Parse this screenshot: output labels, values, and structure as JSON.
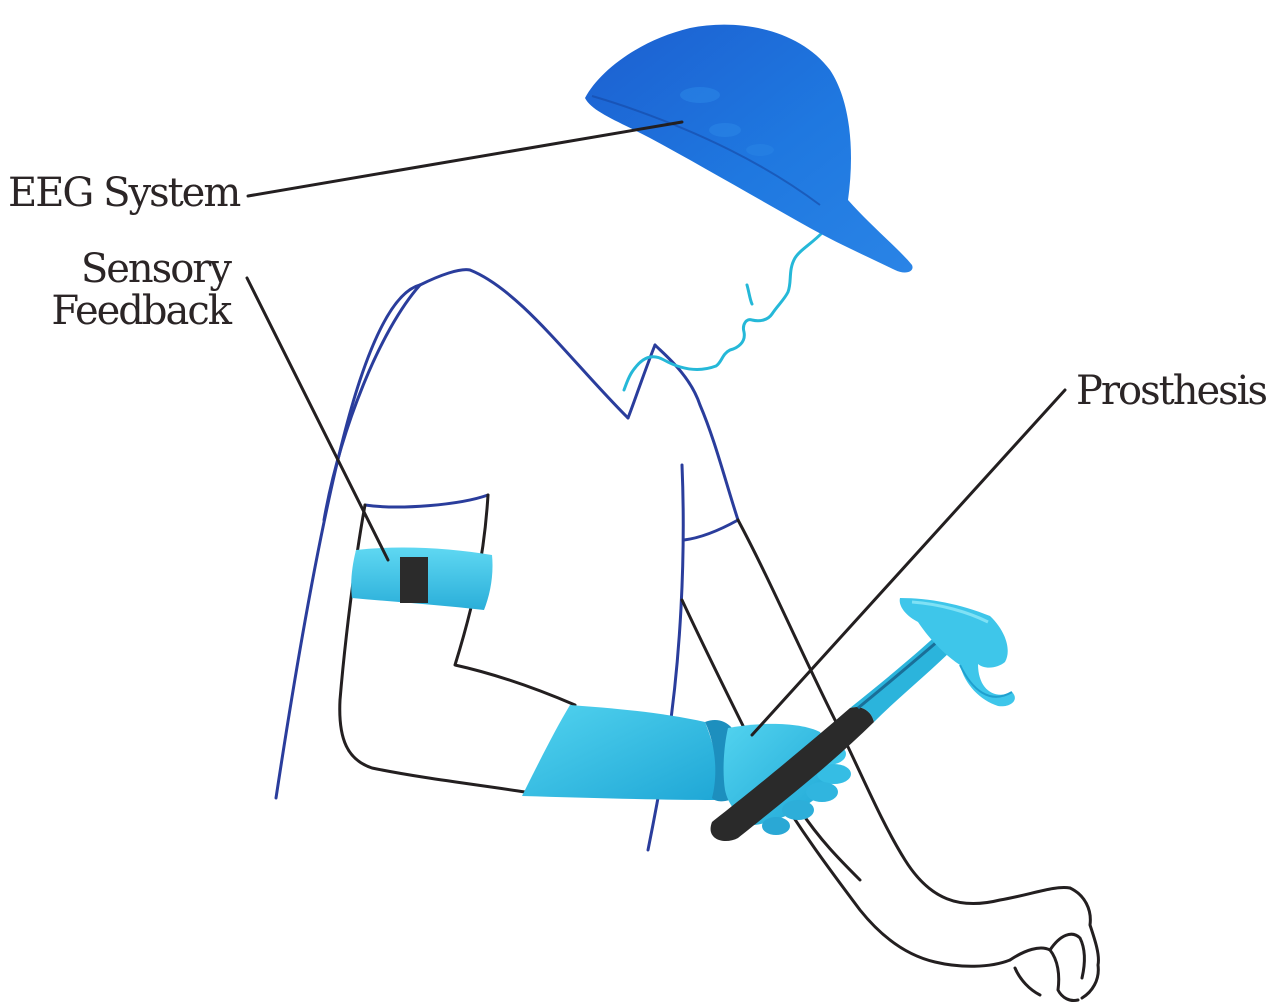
{
  "labels": {
    "eeg_system": "EEG System",
    "sensory_feedback_line1": "Sensory",
    "sensory_feedback_line2": "Feedback",
    "prosthesis": "Prosthesis"
  },
  "colors": {
    "outline_blue": "#2a3d9c",
    "outline_dark": "#231f20",
    "cap_blue": "#1f6fd6",
    "cap_dark": "#1552b3",
    "device_cyan": "#3cc6e8",
    "device_cyan_dark": "#1fa9d4",
    "cable_cyan": "#25b8d8",
    "text": "#2b2526"
  }
}
